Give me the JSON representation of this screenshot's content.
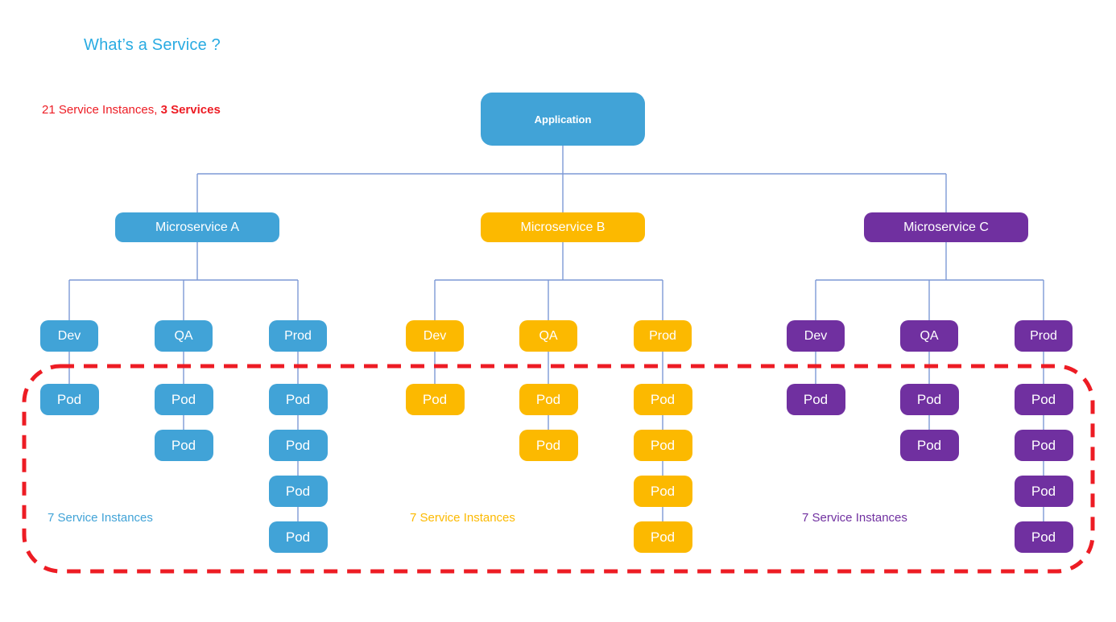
{
  "title": "What’s a Service ?",
  "summary": {
    "regular": "21 Service Instances, ",
    "bold": "3 Services"
  },
  "application": {
    "label": "Application"
  },
  "environments": [
    "Dev",
    "QA",
    "Prod"
  ],
  "pod_label": "Pod",
  "pods_per_environment": [
    1,
    2,
    4
  ],
  "services": [
    {
      "key": "microservice-a",
      "name": "Microservice A",
      "color": "#41a3d7",
      "instances_label": "7 Service Instances"
    },
    {
      "key": "microservice-b",
      "name": "Microservice B",
      "color": "#fcb900",
      "instances_label": "7 Service Instances"
    },
    {
      "key": "microservice-c",
      "name": "Microservice C",
      "color": "#7030a0",
      "instances_label": "7 Service Instances"
    }
  ],
  "colors": {
    "title": "#29abe2",
    "summary": "#ed1c24",
    "connector": "#7d99d6",
    "enclosure": "#ed1c24",
    "application": "#41a3d7",
    "node_text": "#ffffff"
  }
}
